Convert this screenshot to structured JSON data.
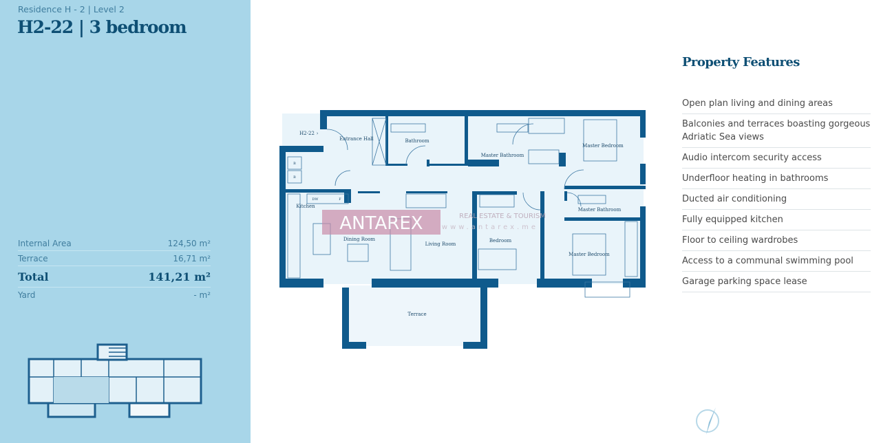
{
  "header": {
    "subtitle": "Residence H - 2 | Level 2",
    "title": "H2-22 | 3 bedroom"
  },
  "areas": [
    {
      "label": "Internal Area",
      "value": "124,50",
      "unit": "m²"
    },
    {
      "label": "Terrace",
      "value": "16,71",
      "unit": "m²"
    },
    {
      "label": "Total",
      "value": "141,21",
      "unit": "m²"
    },
    {
      "label": "Yard",
      "value": "-",
      "unit": "m²"
    }
  ],
  "plan": {
    "unit_marker": "H2-22",
    "rooms": {
      "entrance": "Entrance Hall",
      "bathroom": "Bathroom",
      "master_bath_1": "Master Bathroom",
      "master_bed_1": "Master Bedroom",
      "kitchen": "Kitchen",
      "dining": "Dining Room",
      "living": "Living Room",
      "bedroom": "Bedroom",
      "master_bath_2": "Master Bathroom",
      "master_bed_2": "Master Bedroom",
      "terrace": "Terrace"
    },
    "appliances": {
      "dw": "DW",
      "f": "F",
      "w1": "B",
      "w2": "B"
    }
  },
  "watermark": {
    "brand": "ANTAREX",
    "tagline": "REAL ESTATE & TOURISM",
    "url": "www.antarex.me"
  },
  "features": {
    "title": "Property Features",
    "items": [
      "Open plan living and dining areas",
      "Balconies and terraces boasting gorgeous Adriatic Sea views",
      "Audio intercom security access",
      "Underfloor heating in bathrooms",
      "Ducted air conditioning",
      "Fully equipped kitchen",
      "Floor to ceiling wardrobes",
      "Access to a communal swimming pool",
      "Garage parking space lease"
    ]
  },
  "colors": {
    "panel": "#a8d6e9",
    "wall": "#0f5a8c",
    "floor": "#e9f4fa",
    "heading": "#0e4f74",
    "watermark": "#c98aa6"
  }
}
